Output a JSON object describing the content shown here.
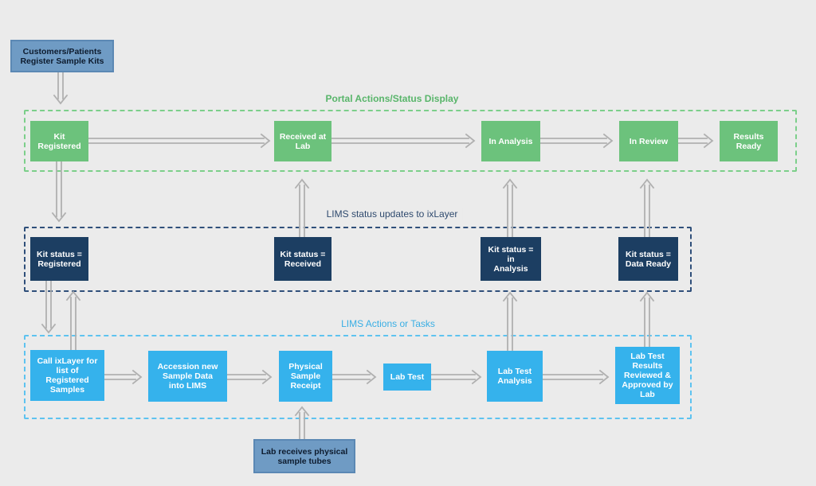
{
  "colors": {
    "portal": "#6cc27c",
    "lims_status": "#1c3e62",
    "lims_actions": "#35b2ec",
    "external": "#6f9bc4",
    "arrow": "#b0b0b0"
  },
  "regions": {
    "portal": "Portal Actions/Status Display",
    "lims_status": "LIMS status updates to ixLayer",
    "lims_actions": "LIMS Actions or Tasks"
  },
  "nodes": {
    "register_kits": "Customers/Patients\nRegister Sample Kits",
    "kit_registered": "Kit\nRegistered",
    "received_at_lab": "Received at\nLab",
    "in_analysis": "In Analysis",
    "in_review": "In Review",
    "results_ready": "Results\nReady",
    "status_registered": "Kit status =\nRegistered",
    "status_received": "Kit status =\nReceived",
    "status_in_analysis": "Kit status = in\nAnalysis",
    "status_data_ready": "Kit status =\nData Ready",
    "call_ixlayer": "Call ixLayer for\nlist of\nRegistered\nSamples",
    "accession": "Accession new\nSample Data\ninto LIMS",
    "physical_receipt": "Physical\nSample\nReceipt",
    "lab_test": "Lab Test",
    "lab_test_analysis": "Lab Test\nAnalysis",
    "lab_results_reviewed": "Lab Test\nResults\nReviewed &\nApproved by\nLab",
    "lab_receives": "Lab receives physical\nsample tubes"
  }
}
